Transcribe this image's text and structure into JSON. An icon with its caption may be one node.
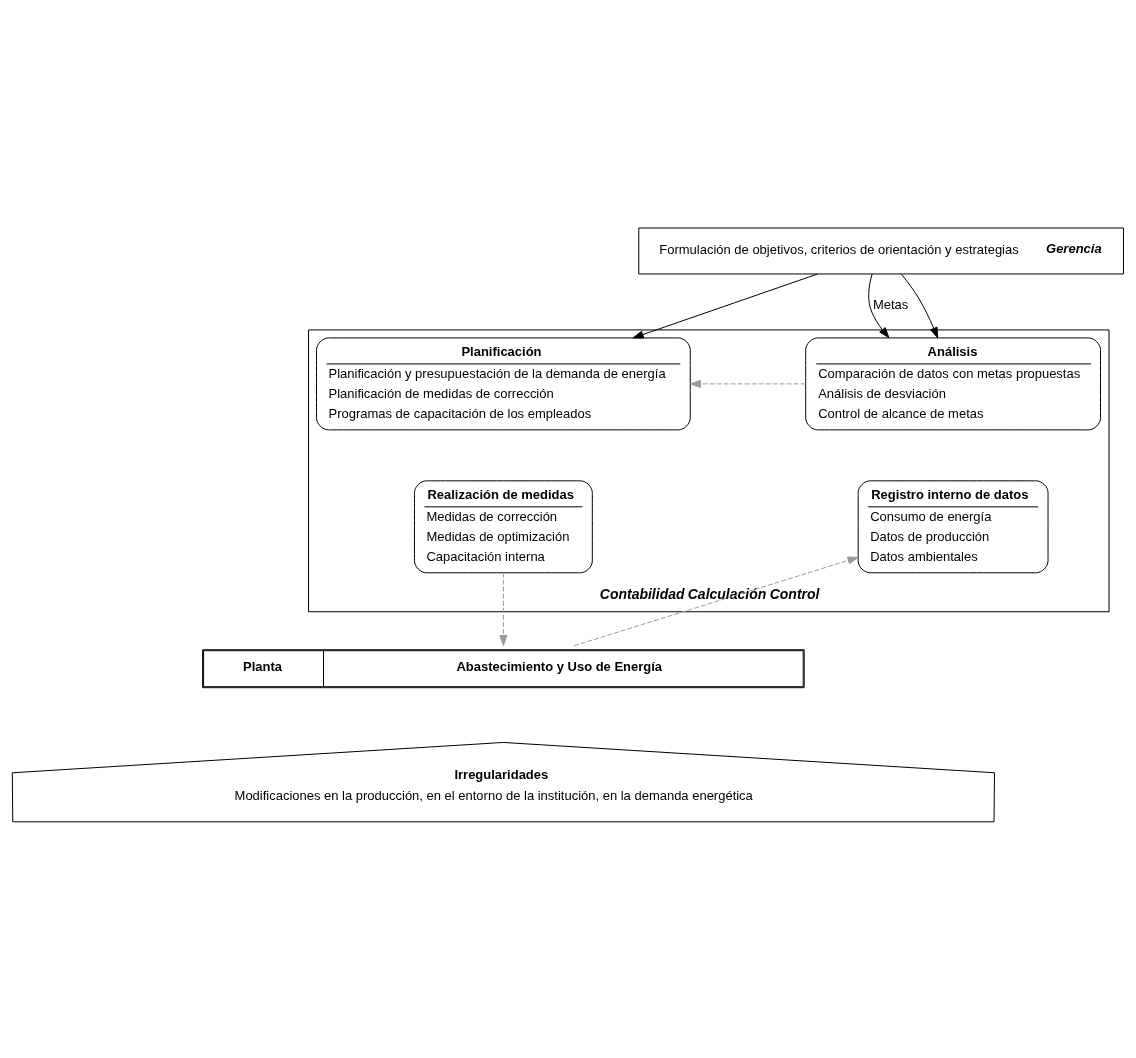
{
  "diagram": {
    "nodes": [
      {
        "text": [
          "Formulación de objetivos, criterios de orientación y estrategias",
          "Gerencia"
        ]
      },
      {
        "text": [
          "Contabilidad",
          "Calculación",
          "Control"
        ]
      },
      {
        "text": [
          "Planificación",
          "Planificación y presupuestación de la demanda de energía",
          "Planificación de medidas de corrección",
          "Programas de capacitación de los empleados"
        ],
        "in": 1
      },
      {
        "text": [
          "Análisis",
          "Comparación de datos con metas propuestas",
          "Análisis de desviación",
          "Control de alcance de metas"
        ],
        "in": 1
      },
      {
        "text": [
          "Realización de medidas",
          "Medidas de corrección",
          "Medidas de optimización",
          "Capacitación interna"
        ],
        "in": 1
      },
      {
        "text": [
          "Registro interno de datos",
          "Consumo de energía",
          "Datos de producción",
          "Datos ambientales"
        ],
        "in": 1
      },
      {
        "text": [
          "Planta",
          "Abastecimiento y Uso de Energía"
        ]
      },
      {
        "text": [
          "Irregularidades",
          "Modificaciones en la producción, en el entorno de la institución, en la demanda energética"
        ]
      }
    ],
    "edges": [
      {
        "from": 0,
        "to": 2,
        "arrow": "to"
      },
      {
        "from": 0,
        "to": 3,
        "arrow": "to",
        "label": "Metas"
      },
      {
        "from": 0,
        "to": 3,
        "arrow": "to"
      },
      {
        "from": 3,
        "to": 2,
        "arrow": "to",
        "style": "dashed",
        "color": "#9a9a9a"
      },
      {
        "from": 4,
        "to": 6,
        "arrow": "to",
        "style": "dashed",
        "color": "#9a9a9a"
      },
      {
        "from": 6,
        "to": 5,
        "arrow": "to",
        "style": "dashed",
        "color": "#9a9a9a"
      }
    ]
  }
}
